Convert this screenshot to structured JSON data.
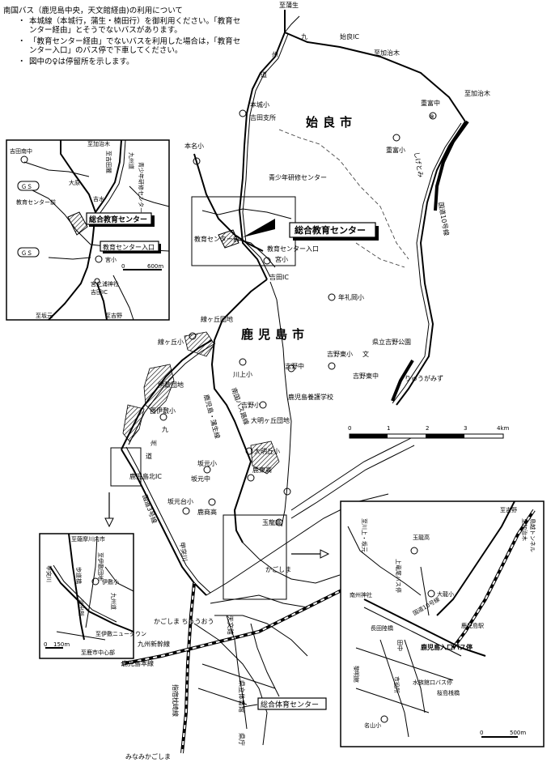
{
  "notes": {
    "title": "南国バス（鹿児島中央，天文館経由)の利用について",
    "items": [
      "本城線（本城行，蒲生・楠田行）を御利用ください。「教育センター経由」とそうでないバスがあります。",
      "「教育センター経由」でないバスを利用した場合は，「教育センター入口」のバス停で下車してください。",
      "図中の♀は停留所を示します。"
    ]
  },
  "main": {
    "city_aira": "始良市",
    "city_kagoshima": "鹿児島市",
    "callout_center": "総合教育センター",
    "callout_gym": "総合体育センター",
    "labels": {
      "to_gamo": "至蒲生",
      "kyushu_line1": "九",
      "kyushu_line2": "州",
      "kyushu_line3": "道",
      "aira_ic": "始良IC",
      "to_kajiki": "至加治木",
      "to_kajiki2": "至加治木",
      "honjo_sho": "本城小",
      "yoshida_shisho": "吉田支所",
      "shigetomi_chu": "重富中",
      "shigetomi_sho": "重富小",
      "shigetomi": "しげとみ",
      "kokudo10": "国道10号線",
      "motona_sho": "本名小",
      "seishonen": "青少年研修センター",
      "kyoiku_center_mae": "教育センター前",
      "kyoiku_center_iriguchi": "教育センター入口",
      "miya_sho": "宮小",
      "yoshida_ic": "吉田IC",
      "nenreioka_sho": "年礼岡小",
      "kenritsu_yoshino": "県立吉野公園",
      "yoshino_higashi_sho": "吉野東小",
      "yoshino_higashi_chu": "吉野東中",
      "ryugamizu": "りゅうがみず",
      "bun": "文",
      "sengaoka": "線ヶ丘団地",
      "sengaoka_sho": "線ヶ丘小",
      "kawakami_sho": "川上小",
      "yoshino_chu": "吉野中",
      "kagoshima_yogo": "鹿児島養護学校",
      "ishiki_danchi": "伊敷団地",
      "nishi_ishiki_sho": "西伊敷小",
      "yoshino_sho": "吉野小",
      "daimyogaoka_danchi": "大明ヶ丘団地",
      "daimyogaoka_sho": "大明丘小",
      "nangoku_bus": "南国バス路線",
      "kagoshima_kamo": "鹿児島・蒲生線",
      "kagoshima_kita_ic": "鹿児島北IC",
      "sakamoto_sho": "坂元小",
      "sakamoto_chu": "坂元中",
      "kagoshima_higashi_ko": "鹿東高",
      "sakamotodai_sho": "坂元台小",
      "kashoko": "鹿商高",
      "gyokuryu_ko": "玉龍高",
      "kagoshima_hira": "かごしま",
      "kokudo3": "国道3号線",
      "kotsu": "甲突川",
      "tenmonkan": "天文館",
      "kagoshima_chuo": "かごしま ちゅうおう",
      "shinkansen": "九州新幹線",
      "honsen": "鹿児島本線",
      "kenritsu_taiikukan": "県立体育館",
      "shibukuma": "指宿枕崎線",
      "kencho": "県庁",
      "minami_kagoshima": "みなみかごしま",
      "km0": "0",
      "km1": "1",
      "km2": "2",
      "km3": "3",
      "km4": "4km"
    }
  },
  "inset_center": {
    "callout": "総合教育センター",
    "labels": {
      "yoshida_minami_chu": "吉田南中",
      "to_kajiki": "至加治木",
      "to_yoshida": "至吉田麓",
      "kyushu": "九州道",
      "ohara": "大原",
      "seishonen": "青少年研修センターへ",
      "gs1": "ＧＳ",
      "gs2": "ＧＳ",
      "kyoiku_center_mae": "教育センター前",
      "yoshimizu": "吉水",
      "iriguchi": "教育センター入口",
      "miya_sho": "宮小",
      "scale0": "0",
      "scale600": "600m",
      "miyanoura": "宮之浦神社",
      "yoshida_ic": "吉田IC",
      "to_sakamoto": "至坂元",
      "to_yoshino": "至吉野"
    }
  },
  "inset_ishiki": {
    "labels": {
      "to_satsuma": "至薩摩川内市",
      "to_ishiki": "至伊敷団地",
      "ayumi": "歩道橋",
      "ishiki_sho": "伊敷小",
      "kotsu": "甲突川",
      "kyushu": "九州道",
      "hashiguchi": "派出所",
      "to_newtown": "至伊敷ニュータウン",
      "scale0": "0",
      "scale150": "150m",
      "to_center": "至鹿市中心部"
    }
  },
  "inset_city": {
    "callout": "鹿児島入口バス停",
    "labels": {
      "to_kawakami": "至川上・坂元",
      "to_yoshino": "至吉野",
      "to_kajiki": "至加治木",
      "kajiki_tunnel": "鳥越トンネル",
      "gyokuryu": "玉龍高",
      "ueryu": "上竜尾バス停",
      "daimyo_sho": "大龍小",
      "nanshu": "南州神社",
      "nagata_rikukyo": "長田陸橋",
      "kokudo10": "国道10号線",
      "kagoshima_eki": "鹿児島駅",
      "tagami": "田中",
      "kagoshima_iriguchi": "鹿児島入口バス停",
      "suizokukan": "水族館口バス停",
      "sakurajima": "桜島桟橋",
      "reimeikan": "黎明館",
      "shiyakusho": "市役所",
      "meizan_sho": "名山小",
      "scale0": "0",
      "scale500": "500m"
    }
  }
}
